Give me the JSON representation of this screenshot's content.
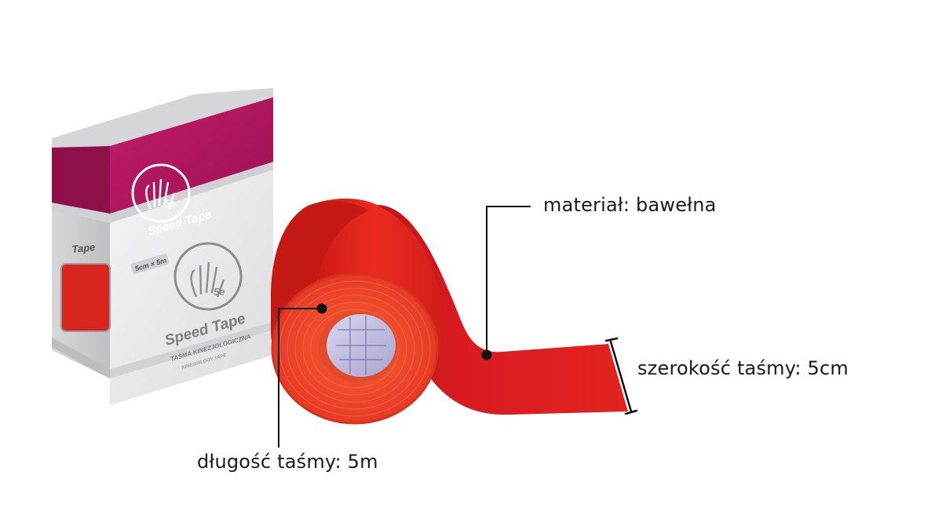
{
  "labels": {
    "material": "materiał: bawełna",
    "width": "szerokość taśmy: 5cm",
    "length": "długość taśmy: 5m"
  },
  "product_box": {
    "logo_mark": "5e",
    "brand": "Speed Tape",
    "size": "5cm × 5m",
    "subtitle": "TAŚMA KINEZJOLOGICZNA",
    "subtitle_en": "KINESIOLOGY TAPE"
  },
  "colors": {
    "tape_red": "#e3261f",
    "box_magenta": "#b0155f",
    "box_grey": "#e6e6e8",
    "leader_line": "#111111"
  },
  "icons": [
    "hand-logo-icon",
    "leader-dot-icon",
    "width-bracket-icon"
  ]
}
